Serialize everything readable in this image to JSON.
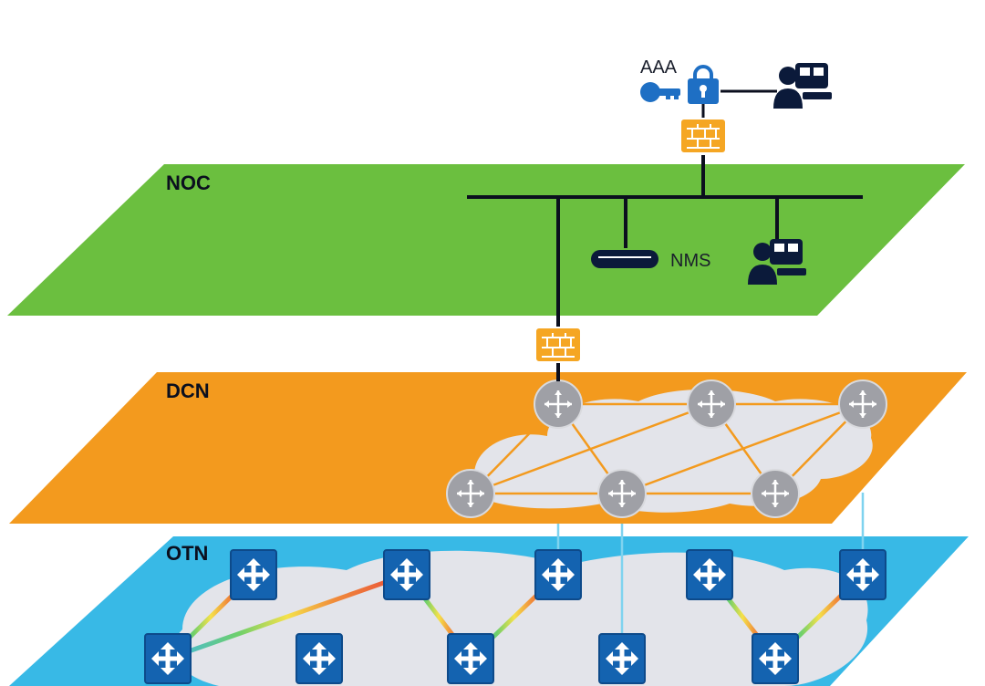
{
  "layers": {
    "noc": {
      "label": "NOC",
      "color": "#6bbf3f"
    },
    "dcn": {
      "label": "DCN",
      "color": "#f39a1e"
    },
    "otn": {
      "label": "OTN",
      "color": "#38b9e6"
    }
  },
  "labels": {
    "aaa": "AAA",
    "nms": "NMS"
  },
  "icons": {
    "key": "key-icon",
    "lock": "lock-icon",
    "operator": "operator-workstation-icon",
    "firewall": "firewall-icon",
    "nms_server": "server-icon",
    "dcn_router": "router-icon",
    "otn_switch": "optical-switch-icon"
  },
  "colors": {
    "bus": "#0b0f1e",
    "firewall": "#f5a623",
    "router": "#9fa0a6",
    "otn_node": "#1463b0",
    "cloud": "#e3e4ea",
    "dcn_link": "#f39a1e",
    "vertical_link": "#7fd3ef",
    "device": "#0b1a3a",
    "key_blue": "#1e6fc4"
  }
}
